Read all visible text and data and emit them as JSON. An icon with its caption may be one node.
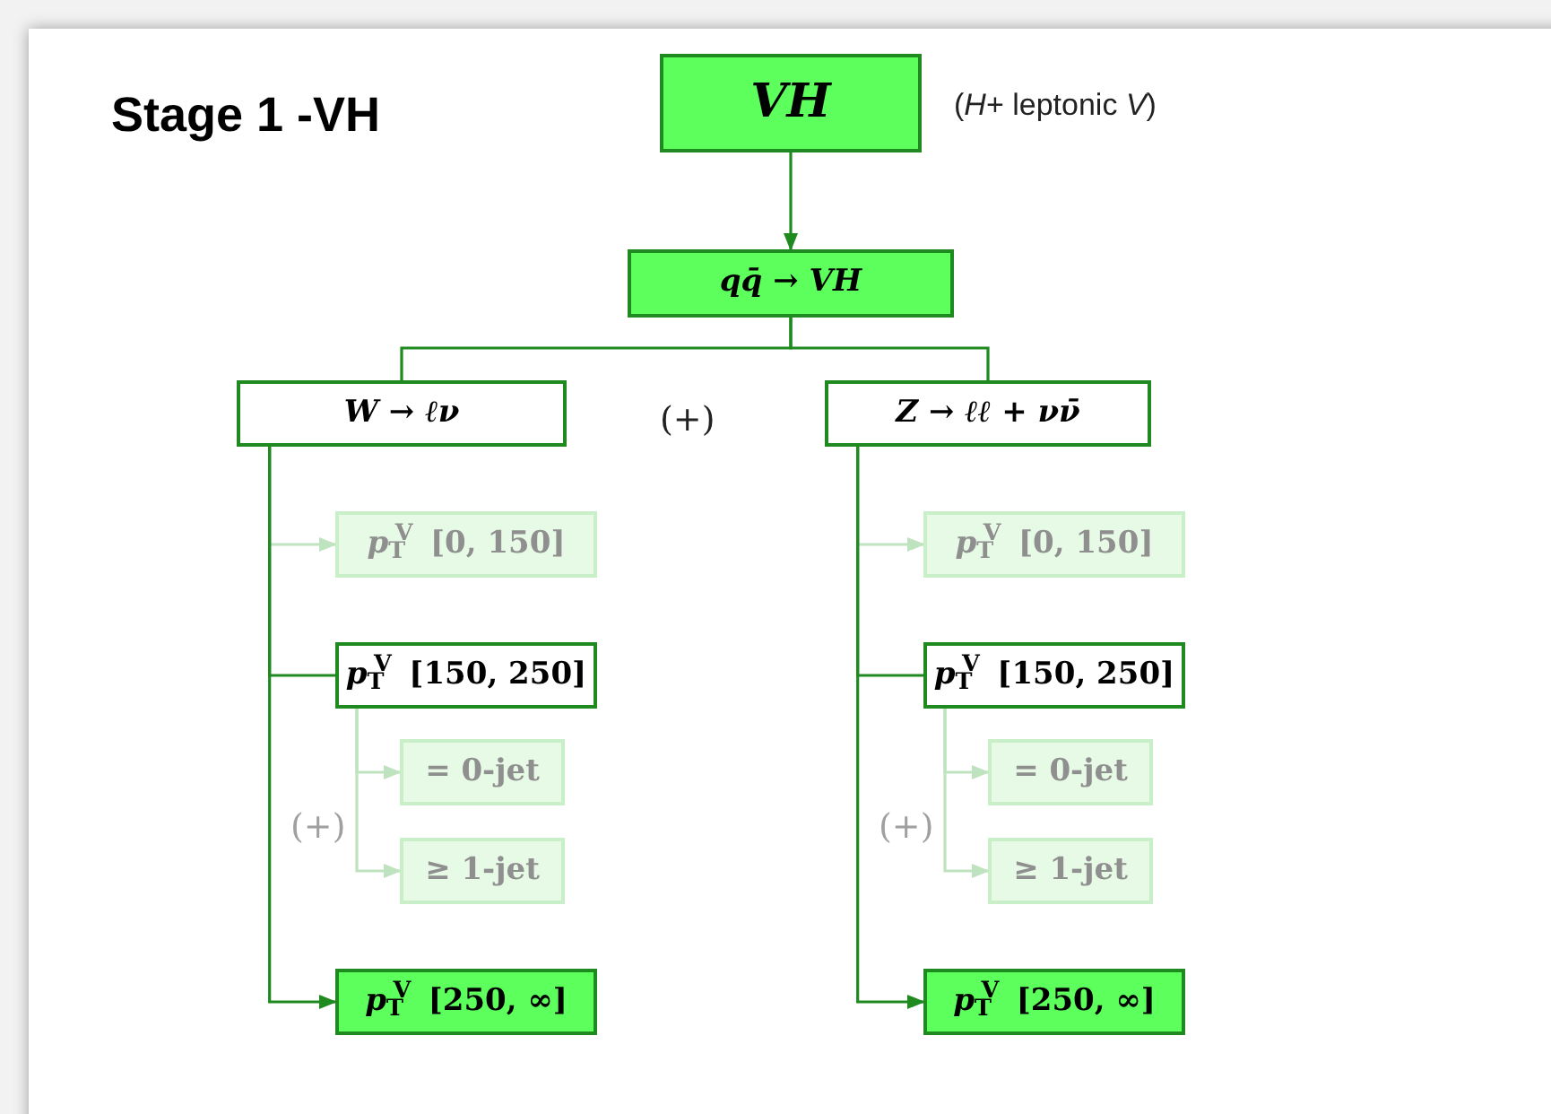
{
  "diagram": {
    "title": "Stage 1 -VH",
    "nodes": [
      {
        "text": [
          "*VH*"
        ],
        "beside": [
          "(*H*+ leptonic *V*)"
        ]
      },
      {
        "text": [
          "*qq̄* → *VH*"
        ]
      },
      {
        "text": [
          "*W* → *ℓν*"
        ]
      },
      {
        "text": [
          "*Z* → *ℓℓ* + *νν̄*"
        ]
      },
      {
        "text": [
          "*p*$_{T}$$^{V}$ [0, 150]"
        ]
      },
      {
        "text": [
          "*p*$_{T}$$^{V}$ [150, 250]"
        ]
      },
      {
        "text": [
          "= 0-jet"
        ]
      },
      {
        "text": [
          "≥ 1-jet"
        ]
      },
      {
        "text": [
          "*p*$_{T}$$^{V}$ [250, ∞]"
        ]
      },
      {
        "text": [
          "*p*$_{T}$$^{V}$ [0, 150]"
        ]
      },
      {
        "text": [
          "*p*$_{T}$$^{V}$ [150, 250]"
        ]
      },
      {
        "text": [
          "= 0-jet"
        ]
      },
      {
        "text": [
          "≥ 1-jet"
        ]
      },
      {
        "text": [
          "*p*$_{T}$$^{V}$ [250, ∞]"
        ]
      }
    ],
    "edges": [
      {
        "from": 0,
        "to": 1,
        "arrow": "to"
      },
      {
        "from": 1,
        "to": 2,
        "arrow": "none"
      },
      {
        "from": 1,
        "to": 3,
        "arrow": "none"
      },
      {
        "from": 2,
        "to": 4,
        "arrow": "to",
        "color": "#bfe3bf"
      },
      {
        "from": 2,
        "to": 5,
        "arrow": "none"
      },
      {
        "from": 2,
        "to": 8,
        "arrow": "to"
      },
      {
        "from": 5,
        "to": 6,
        "arrow": "to",
        "color": "#bfe3bf"
      },
      {
        "from": 5,
        "to": 7,
        "arrow": "to",
        "color": "#bfe3bf"
      },
      {
        "from": 3,
        "to": 9,
        "arrow": "to",
        "color": "#bfe3bf"
      },
      {
        "from": 3,
        "to": 10,
        "arrow": "none"
      },
      {
        "from": 3,
        "to": 13,
        "arrow": "to"
      },
      {
        "from": 10,
        "to": 11,
        "arrow": "to",
        "color": "#bfe3bf"
      },
      {
        "from": 10,
        "to": 12,
        "arrow": "to",
        "color": "#bfe3bf"
      }
    ],
    "labels": [
      "(+)",
      "(+)",
      "(+)"
    ]
  }
}
